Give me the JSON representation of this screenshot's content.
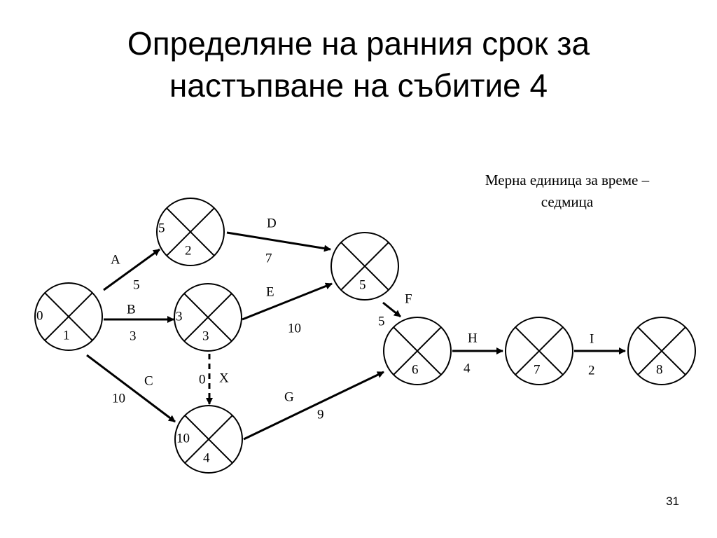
{
  "slide": {
    "title_line1": "Определяне на ранния срок за",
    "title_line2": "настъпване на събитие 4",
    "unit_note_line1": "Мерна единица за време –",
    "unit_note_line2": "седмица",
    "number": "31"
  },
  "network": {
    "events": [
      {
        "id": "1",
        "early_time": "0"
      },
      {
        "id": "2",
        "early_time": "5"
      },
      {
        "id": "3",
        "early_time": "3"
      },
      {
        "id": "4",
        "early_time": "10"
      },
      {
        "id": "5",
        "early_time": ""
      },
      {
        "id": "6",
        "early_time": ""
      },
      {
        "id": "7",
        "early_time": ""
      },
      {
        "id": "8",
        "early_time": ""
      }
    ],
    "activities": [
      {
        "name": "A",
        "duration": "5",
        "from": "1",
        "to": "2",
        "dummy": false
      },
      {
        "name": "B",
        "duration": "3",
        "from": "1",
        "to": "3",
        "dummy": false
      },
      {
        "name": "C",
        "duration": "10",
        "from": "1",
        "to": "4",
        "dummy": false
      },
      {
        "name": "D",
        "duration": "7",
        "from": "2",
        "to": "5",
        "dummy": false
      },
      {
        "name": "E",
        "duration": "10",
        "from": "3",
        "to": "5",
        "dummy": false
      },
      {
        "name": "X",
        "duration": "0",
        "from": "3",
        "to": "4",
        "dummy": true
      },
      {
        "name": "F",
        "duration": "5",
        "from": "5",
        "to": "6",
        "dummy": false
      },
      {
        "name": "G",
        "duration": "9",
        "from": "4",
        "to": "6",
        "dummy": false
      },
      {
        "name": "H",
        "duration": "4",
        "from": "6",
        "to": "7",
        "dummy": false
      },
      {
        "name": "I",
        "duration": "2",
        "from": "7",
        "to": "8",
        "dummy": false
      }
    ]
  }
}
